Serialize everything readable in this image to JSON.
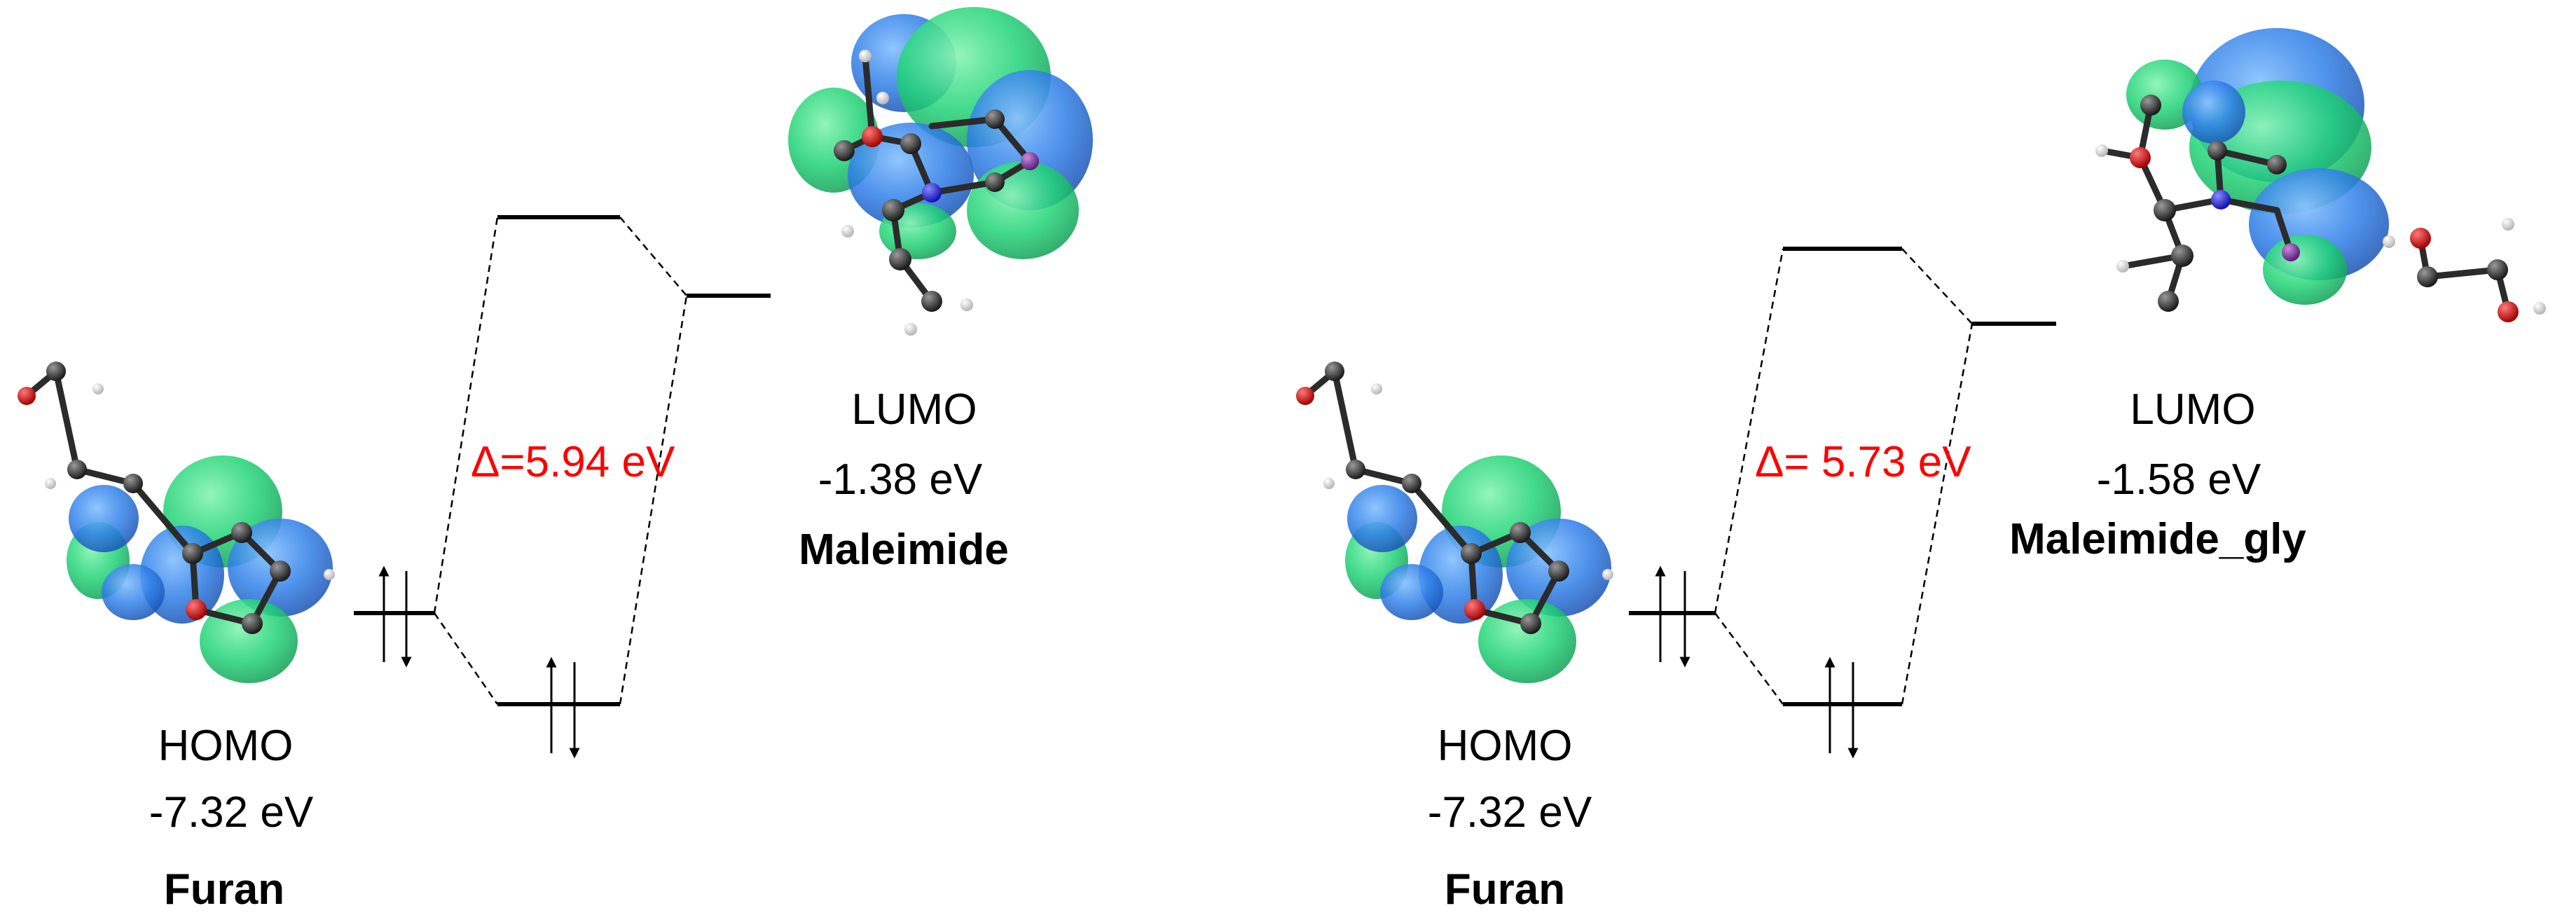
{
  "colors": {
    "gap_label": "#ff0000",
    "orbital_positive": "#1fd16a",
    "orbital_negative": "#1f6fe0",
    "carbon": "#2b2b2b",
    "oxygen": "#cc0000",
    "nitrogen": "#1a1ae6",
    "hydrogen": "#f2f2f2",
    "iodine": "#7a2b9a"
  },
  "panels": [
    {
      "gap_label": "Δ=5.94 eV",
      "homo": {
        "title": "HOMO",
        "energy": "-7.32 eV",
        "molecule": "Furan"
      },
      "lumo": {
        "title": "LUMO",
        "energy": "-1.38 eV",
        "molecule": "Maleimide"
      }
    },
    {
      "gap_label": "Δ= 5.73 eV",
      "homo": {
        "title": "HOMO",
        "energy": "-7.32 eV",
        "molecule": "Furan"
      },
      "lumo": {
        "title": "LUMO",
        "energy": "-1.58 eV",
        "molecule": "Maleimide_gly"
      }
    }
  ]
}
